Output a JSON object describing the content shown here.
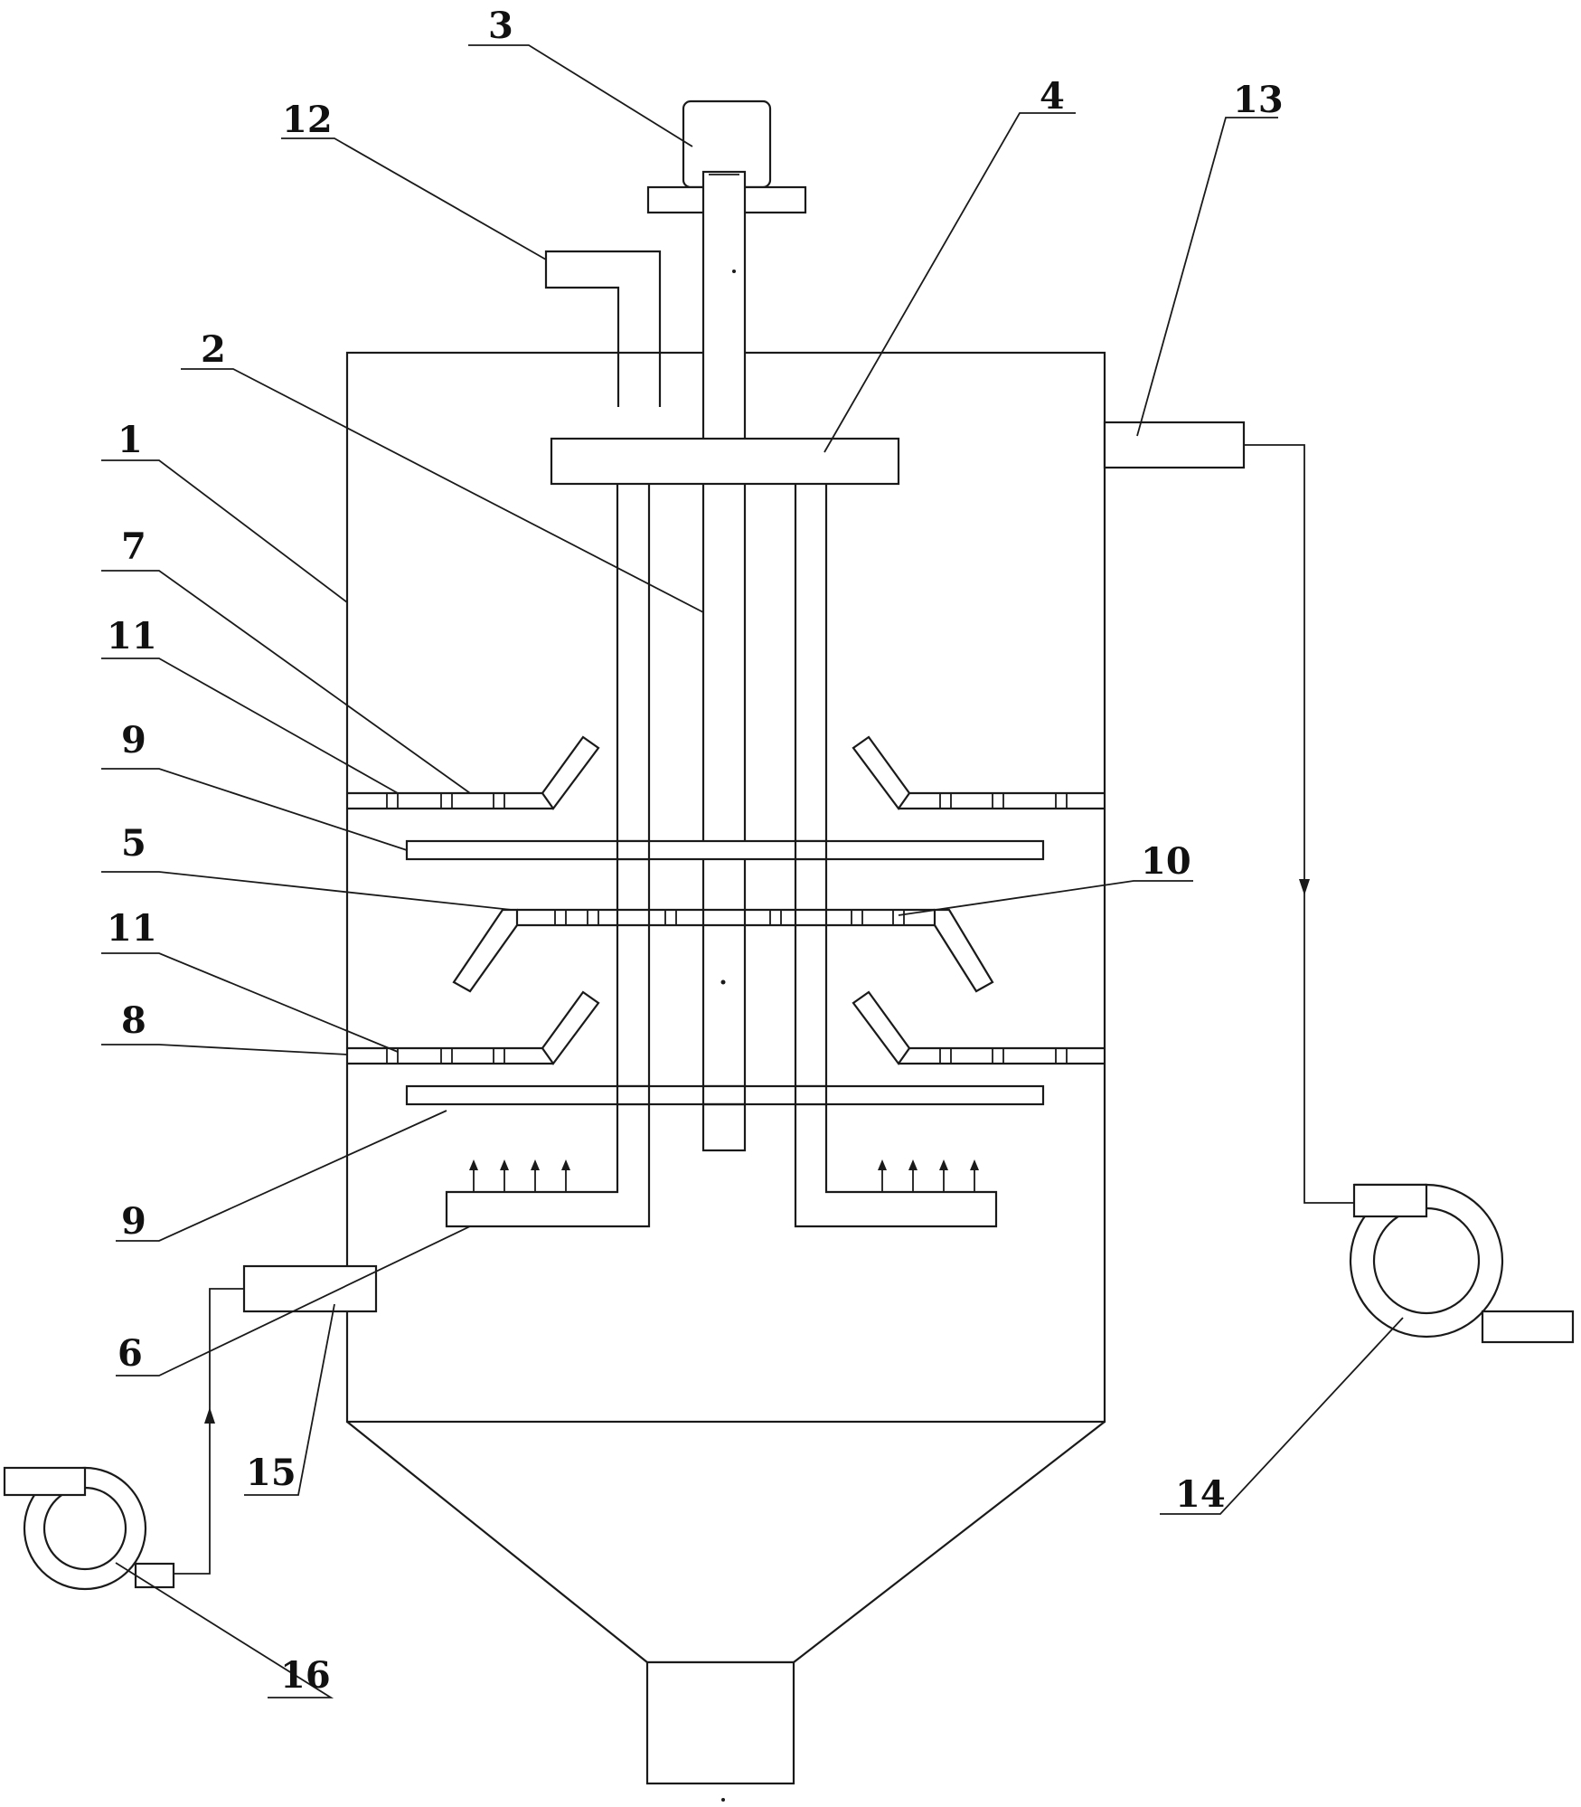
{
  "labels": {
    "l1": "1",
    "l2": "2",
    "l3": "3",
    "l4": "4",
    "l5": "5",
    "l6": "6",
    "l7": "7",
    "l8": "8",
    "l9a": "9",
    "l9b": "9",
    "l10": "10",
    "l11a": "11",
    "l11b": "11",
    "l12": "12",
    "l13": "13",
    "l14": "14",
    "l15": "15",
    "l16": "16"
  },
  "colors": {
    "line": "#1a1a1a",
    "background": "#ffffff"
  }
}
